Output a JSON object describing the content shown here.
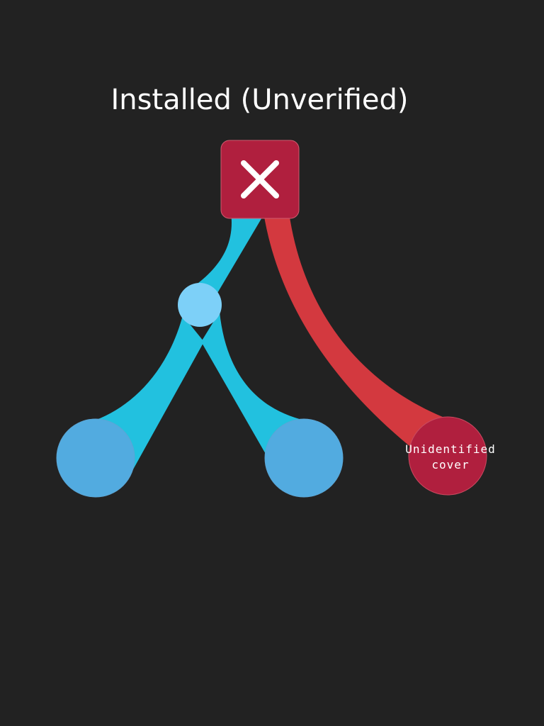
{
  "title": "Installed (Unverified)",
  "colors": {
    "background": "#222222",
    "root_node": "#b01f3e",
    "branch_cyan": "#22c1df",
    "hub_node": "#7dd0f8",
    "leaf_node": "#52abe0",
    "branch_red": "#d3393f",
    "unknown_node": "#b01f3e"
  },
  "nodes": {
    "root": {
      "icon": "close-icon",
      "status": "unverified"
    },
    "hub": {},
    "leaf_left": {},
    "leaf_middle": {},
    "unknown": {
      "label_line1": "Unidentified",
      "label_line2": "cover"
    }
  }
}
